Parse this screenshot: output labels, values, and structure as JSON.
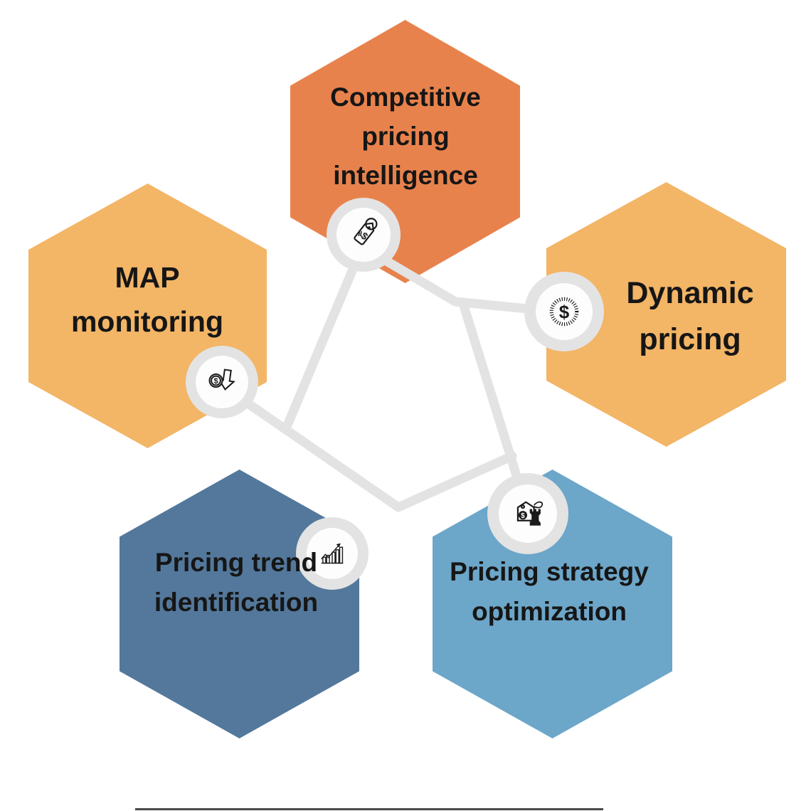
{
  "diagram": {
    "type": "hexagon-network-infographic",
    "connector_color": "#E3E3E3",
    "node_ring_color": "#E3E3E3",
    "node_face_color": "#FDFDFD",
    "text_color": "#161616",
    "icon_color": "#1B1B1B",
    "hexagons": [
      {
        "id": "competitive-pricing-intelligence",
        "label": "Competitive pricing intelligence",
        "color": "#E8824C",
        "icon": "price-tag-magnifier-icon",
        "position": "top"
      },
      {
        "id": "dynamic-pricing",
        "label": "Dynamic pricing",
        "color": "#F3B566",
        "icon": "dollar-burst-icon",
        "position": "right"
      },
      {
        "id": "map-monitoring",
        "label": "MAP monitoring",
        "color": "#F3B566",
        "icon": "price-drop-icon",
        "position": "left"
      },
      {
        "id": "pricing-trend-identification",
        "label": "Pricing trend identification",
        "color": "#53789C",
        "icon": "trend-chart-icon",
        "position": "bottom-left"
      },
      {
        "id": "pricing-strategy-optimization",
        "label": "Pricing strategy optimization",
        "color": "#6CA6C9",
        "icon": "strategy-tag-rook-icon",
        "position": "bottom-right"
      }
    ],
    "connections": [
      "top → left-branch",
      "left → bottom-junction",
      "top → right",
      "right-junction → bottom-right",
      "bottom-junction → bottom-right-line"
    ]
  }
}
